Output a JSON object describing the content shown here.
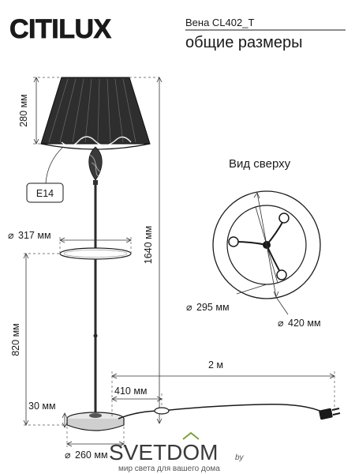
{
  "brand": {
    "logo_text": "CITILUX",
    "model": "Вена CL402_T",
    "subtitle": "общие размеры"
  },
  "labels": {
    "shade_height": "280 мм",
    "bulb": "E14",
    "tray_diameter": "317 мм",
    "total_height": "1640 мм",
    "tray_height": "820 мм",
    "base_height": "30 мм",
    "base_diameter": "260 мм",
    "top_view_title": "Вид сверху",
    "inner_diameter": "295 мм",
    "outer_diameter": "420 мм",
    "cable_length": "2 м",
    "switch_distance": "410 мм"
  },
  "diameter_symbol": "⌀",
  "footer": {
    "brand": "SVETDOM",
    "domain_suffix": "by",
    "tagline": "мир света для вашего дома"
  },
  "colors": {
    "line": "#1a1a1a",
    "shade": "#2a2a2a",
    "accent_green": "#7aa23a"
  }
}
